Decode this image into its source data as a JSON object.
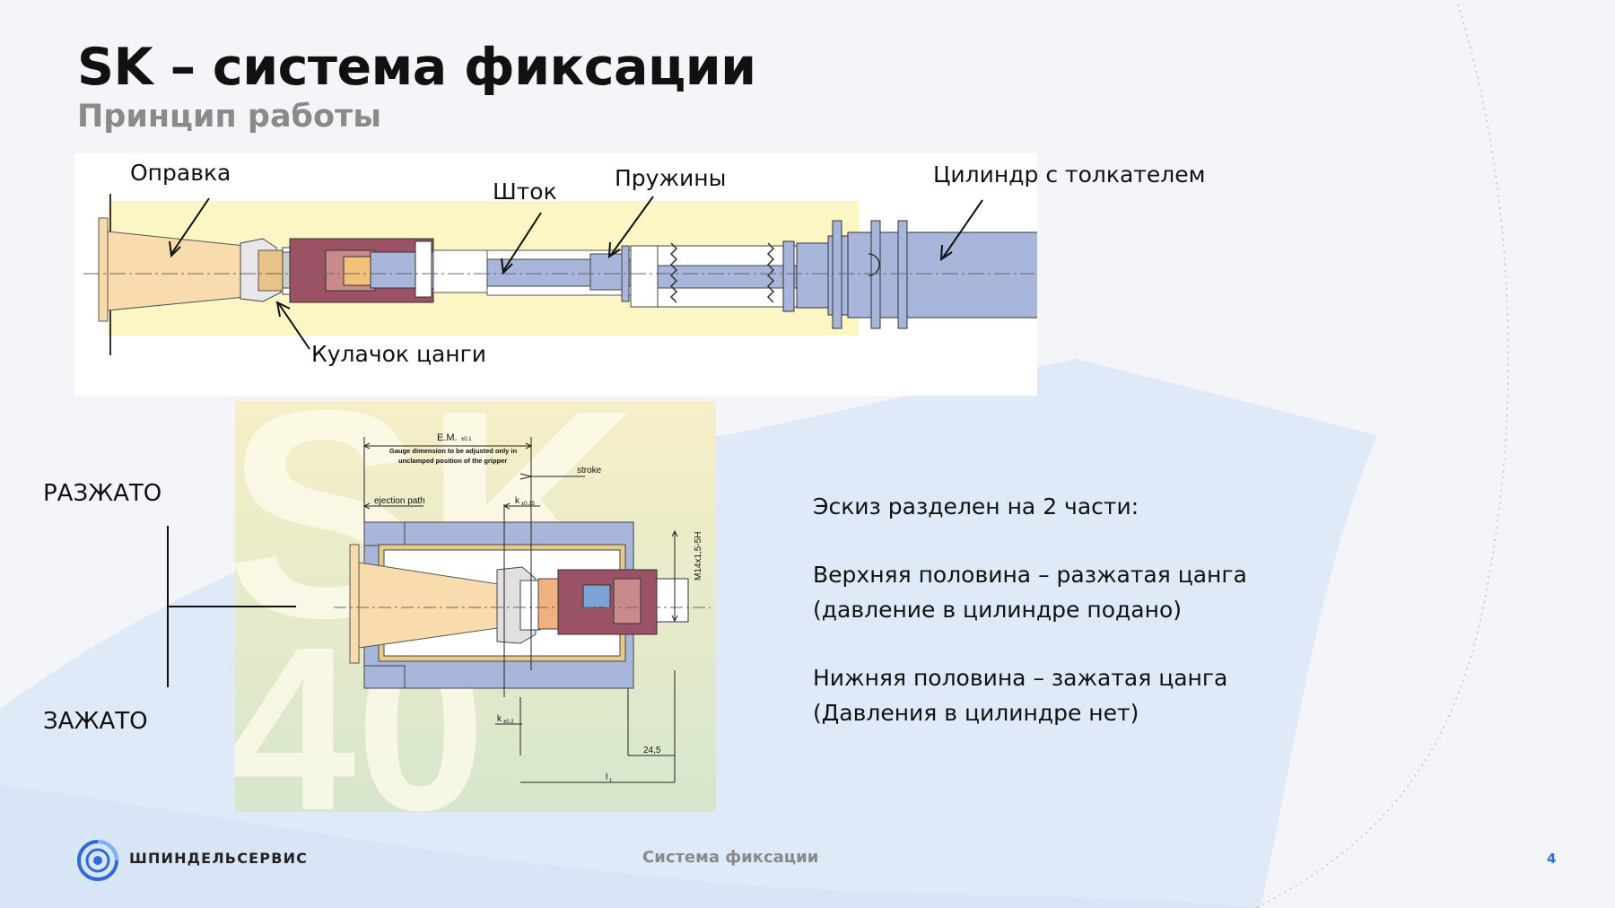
{
  "slide": {
    "title": "SK – система фиксации",
    "subtitle": "Принцип работы"
  },
  "top_diagram": {
    "labels": {
      "mandrel": "Оправка",
      "rod": "Шток",
      "springs": "Пружины",
      "cylinder": "Цилиндр с толкателем",
      "collet_jaw": "Кулачок цанги"
    }
  },
  "bottom_diagram": {
    "watermark": "SK 40",
    "dim_em": "E.M.",
    "dim_em_tol": "±0.1",
    "gauge_note_line1": "Gauge dimension to be adjusted only in",
    "gauge_note_line2": "unclamped position of the gripper",
    "stroke": "stroke",
    "ejection_path": "ejection path",
    "k_top": "k",
    "k_top_tol": "±0.15",
    "k_bottom": "k",
    "k_bottom_tol": "±0.2",
    "thread": "M14x1,5-5H",
    "dim_245": "24,5",
    "dim_l1": "l",
    "dim_l1_sub": "1"
  },
  "states": {
    "unclamped": "РАЗЖАТО",
    "clamped": "ЗАЖАТО"
  },
  "description": {
    "intro": "Эскиз разделен на 2 части:",
    "upper_line1": "Верхняя половина – разжатая цанга",
    "upper_line2": "(давление в цилиндре подано)",
    "lower_line1": "Нижняя половина – зажатая цанга",
    "lower_line2": "(Давления в цилиндре нет)"
  },
  "footer": {
    "brand": "ШПИНДЕЛЬСЕРВИС",
    "center": "Система фиксации",
    "page": "4"
  },
  "colors": {
    "accent": "#2f6bd8",
    "yellow": "#fbf6c4",
    "cone": "#f8dcae",
    "steel_blue": "#a7b6da",
    "maroon": "#9a5264",
    "subtitle_gray": "#8a8a8a"
  }
}
